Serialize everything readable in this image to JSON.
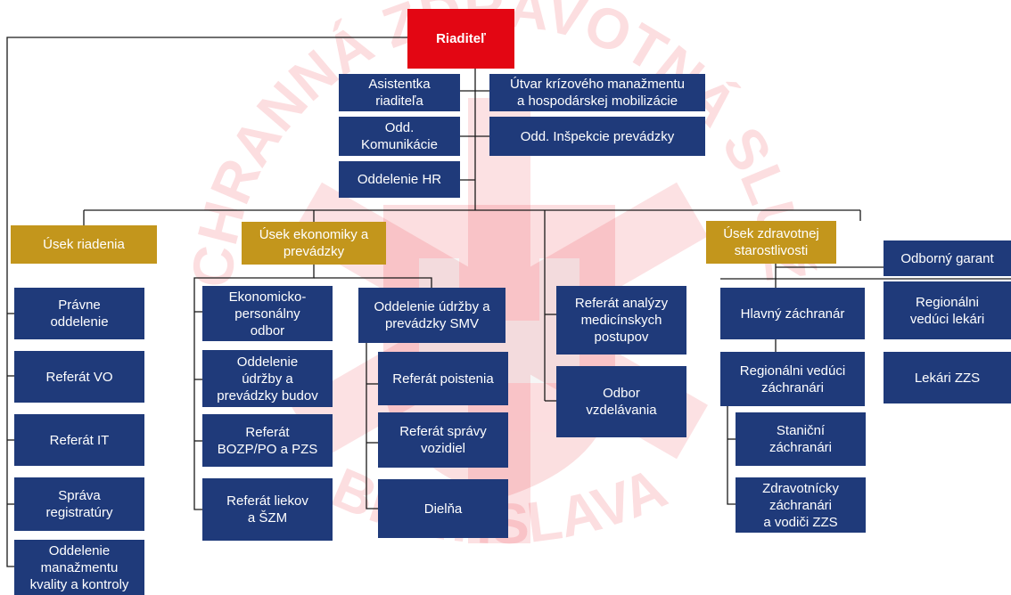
{
  "colors": {
    "unit": "#1f3a7a",
    "division": "#c3961c",
    "director": "#e30613",
    "line": "#1a1a1a"
  },
  "watermark": {
    "top_text": "ZÁCHRANNÁ ZDRAVOTNÁ SLUŽBA",
    "bottom_text": "BRATISLAVA"
  },
  "org": {
    "director": "Riaditeľ",
    "staff": {
      "assistant": "Asistentka\nriaditeľa",
      "crisis": "Útvar krízového manažmentu\na hospodárskej mobilizácie",
      "communication": "Odd.\nKomunikácie",
      "inspection": "Odd. Inšpekcie prevádzky",
      "hr": "Oddelenie HR"
    },
    "management": {
      "title": "Úsek riadenia",
      "units": [
        "Právne\noddelenie",
        "Referát VO",
        "Referát IT",
        "Správa\nregistratúry",
        "Oddelenie\nmanažmentu\nkvality a kontroly"
      ]
    },
    "economics": {
      "title": "Úsek ekonomiky a\nprevádzky",
      "col1": [
        "Ekonomicko-\npersonálny\nodbor",
        "Oddelenie\núdržby a\nprevádzky budov",
        "Referát\nBOZP/PO a PZS",
        "Referát liekov\na ŠZM"
      ],
      "smv": "Oddelenie údržby a\nprevádzky SMV",
      "smv_units": [
        "Referát poistenia",
        "Referát správy\nvozidiel",
        "Dielňa"
      ]
    },
    "center": [
      "Referát analýzy\nmedicínskych\npostupov",
      "Odbor\nvzdelávania"
    ],
    "health": {
      "title": "Úsek zdravotnej\nstarostlivosti",
      "guarantor": "Odborný garant",
      "chief_rescuer": "Hlavný záchranár",
      "regional_rescuers": "Regionálni vedúci\nzáchranári",
      "regional_rescuers_units": [
        "Staniční\nzáchranári",
        "Zdravotnícky\nzáchranári\na vodiči ZZS"
      ],
      "regional_doctors": "Regionálni\nvedúci lekári",
      "doctors": "Lekári ZZS"
    }
  }
}
